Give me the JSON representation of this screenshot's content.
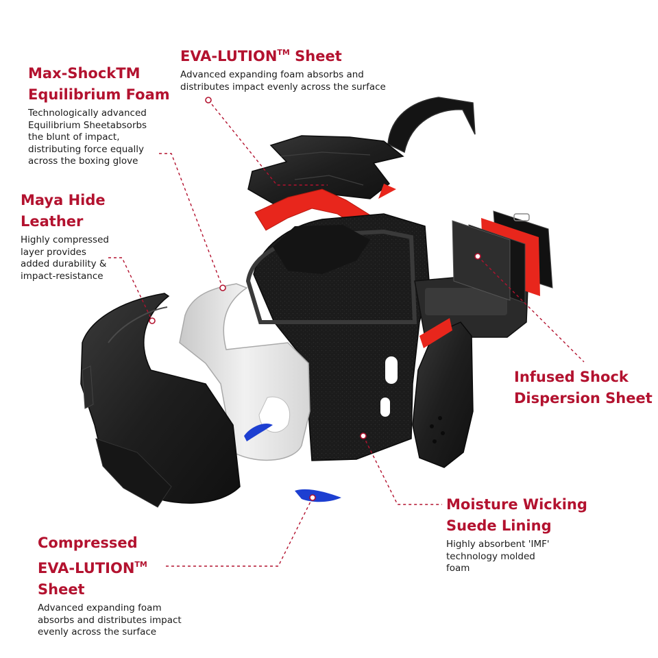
{
  "colors": {
    "accent": "#b3122f",
    "body_text": "#1a1a1a",
    "red_foam": "#e8261c",
    "blue_insert": "#1d3fd1",
    "white_foam": "#e9e9e9",
    "black_shell": "#1c1c1c"
  },
  "callouts": {
    "eva_top": {
      "title_main": "EVA-LUTION",
      "title_sup": "TM",
      "title_tail": " Sheet",
      "desc": "Advanced expanding foam absorbs and\ndistributes impact evenly across the surface"
    },
    "maxshock": {
      "title_line1": "Max-ShockTM",
      "title_line2": "Equilibrium Foam",
      "desc": "Technologically advanced\nEquilibrium Sheetabsorbs\nthe blunt of impact,\ndistributing force equally\nacross the boxing glove"
    },
    "maya": {
      "title_line1": "Maya Hide",
      "title_line2": "Leather",
      "desc": "Highly compressed\nlayer provides\nadded durability &\nimpact-resistance"
    },
    "infused": {
      "title_line1": "Infused Shock",
      "title_line2": "Dispersion Sheet"
    },
    "moisture": {
      "title_line1": "Moisture Wicking",
      "title_line2": "Suede Lining",
      "desc": "Highly absorbent 'IMF'\ntechnology molded\nfoam"
    },
    "eva_comp": {
      "title_line1": "Compressed",
      "title_line2_main": "EVA-LUTION",
      "title_line2_sup": "TM",
      "title_line3": "Sheet",
      "desc": "Advanced expanding foam\nabsorbs and distributes impact\nevenly across the surface"
    }
  }
}
